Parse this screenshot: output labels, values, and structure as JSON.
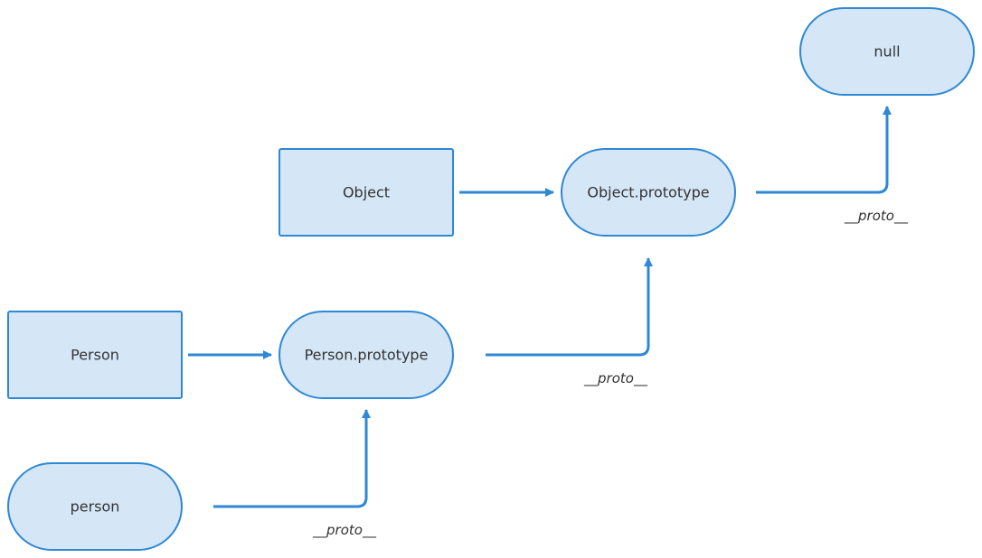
{
  "nodes": {
    "null": {
      "label": "null",
      "kind": "pill"
    },
    "object": {
      "label": "Object",
      "kind": "rect"
    },
    "object_prototype": {
      "label": "Object.prototype",
      "kind": "pill"
    },
    "person_ctor": {
      "label": "Person",
      "kind": "rect"
    },
    "person_prototype": {
      "label": "Person.prototype",
      "kind": "pill"
    },
    "person_instance": {
      "label": "person",
      "kind": "pill"
    }
  },
  "edges": {
    "person_to_person_prototype": {
      "label": ""
    },
    "object_to_object_prototype": {
      "label": ""
    },
    "person_instance_proto": {
      "label": "__proto__"
    },
    "person_prototype_proto": {
      "label": "__proto__"
    },
    "object_prototype_proto": {
      "label": "__proto__"
    }
  },
  "colors": {
    "node_fill": "#d5e6f6",
    "node_stroke": "#2e88d4",
    "arrow": "#2e88d4",
    "text": "#333333"
  }
}
